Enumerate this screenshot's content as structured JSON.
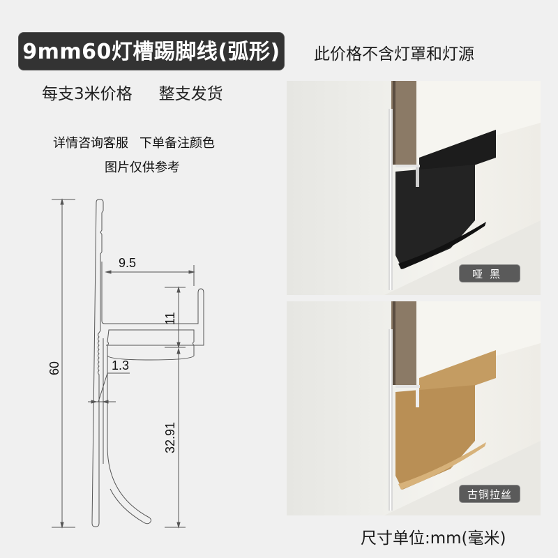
{
  "header": {
    "title": "9mm60灯槽踢脚线(弧形)",
    "price_note": "此价格不含灯罩和灯源"
  },
  "info": {
    "price_per": "每支3米价格",
    "shipping": "整支发货",
    "consult": "详情咨询客服",
    "color_note": "下单备注颜色",
    "disclaimer": "图片仅供参考"
  },
  "drawing": {
    "dimensions": {
      "total_height": "60",
      "channel_width": "9.5",
      "channel_height": "11",
      "wall_thickness": "1.3",
      "lower_height": "32.91"
    }
  },
  "products": [
    {
      "finish_label": "哑黑",
      "color": "#1c1c1c"
    },
    {
      "finish_label": "古铜拉丝",
      "color": "#c29a5f"
    }
  ],
  "footer": {
    "unit_note": "尺寸单位:mm(毫米)"
  }
}
